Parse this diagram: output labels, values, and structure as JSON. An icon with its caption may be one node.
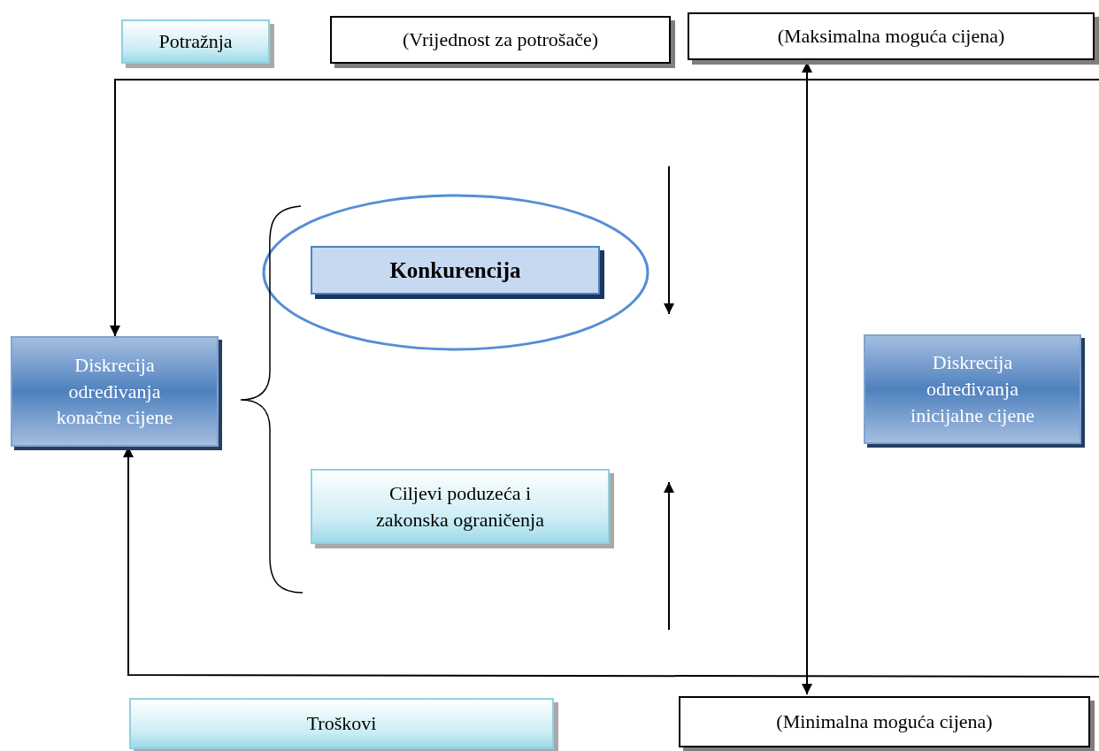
{
  "diagram": {
    "nodes": [
      {
        "text": [
          "Potražnja"
        ]
      },
      {
        "text": [
          "(Vrijednost za potrošače)"
        ]
      },
      {
        "text": [
          "(Maksimalna moguća cijena)"
        ]
      },
      {
        "text": [
          "Konkurencija"
        ]
      },
      {
        "text": [
          "Diskrecija određivanja konačne cijene"
        ]
      },
      {
        "text": [
          "Diskrecija određivanja inicijalne cijene"
        ]
      },
      {
        "text": [
          "Ciljevi poduzeća i zakonska ograničenja"
        ]
      },
      {
        "text": [
          "Troškovi"
        ]
      },
      {
        "text": [
          "(Minimalna moguća cijena)"
        ]
      }
    ],
    "edges": [
      {
        "from": null,
        "to": 4,
        "arrow": "to"
      },
      {
        "from": null,
        "to": 4,
        "arrow": "to"
      },
      {
        "from": 2,
        "to": 8,
        "arrow": "both"
      }
    ]
  }
}
